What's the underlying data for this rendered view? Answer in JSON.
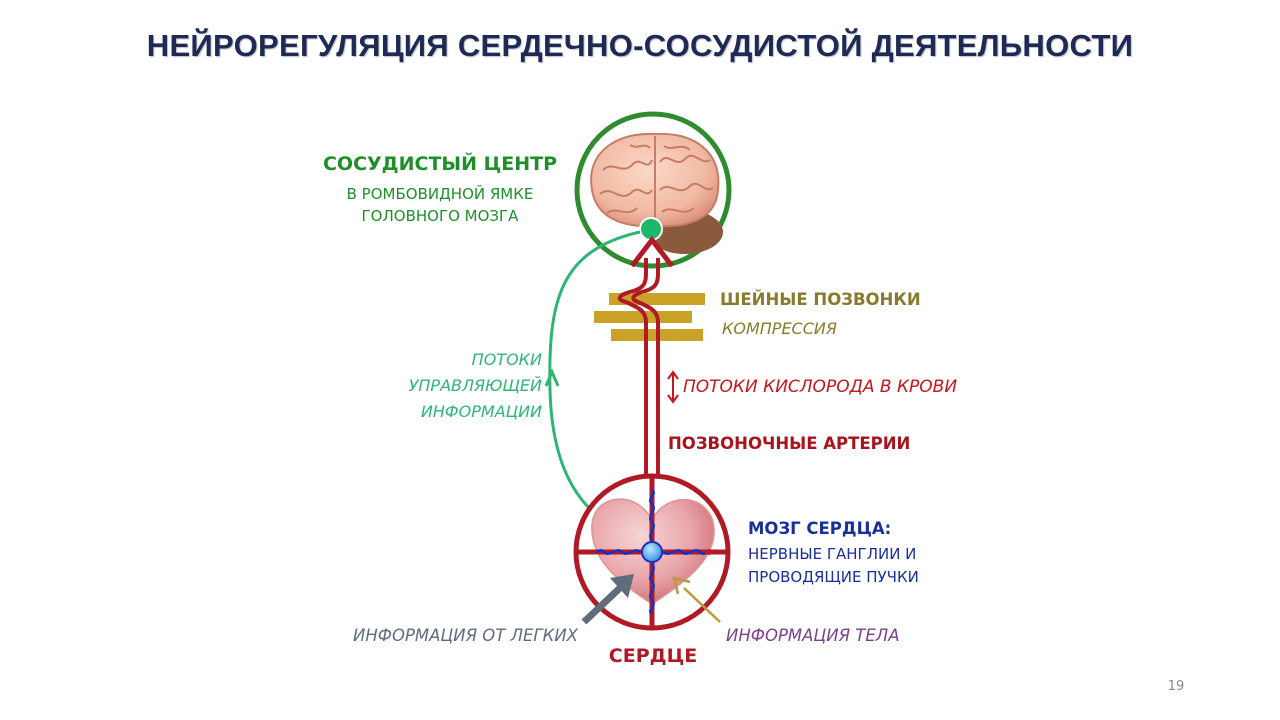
{
  "slide": {
    "title": "НЕЙРОРЕГУЛЯЦИЯ СЕРДЕЧНО-СОСУДИСТОЙ ДЕЯТЕЛЬНОСТИ",
    "page_number": "19"
  },
  "labels": {
    "vascular_center_title": "СОСУДИСТЫЙ ЦЕНТР",
    "vascular_center_line1": "В РОМБОВИДНОЙ ЯМКЕ",
    "vascular_center_line2": "ГОЛОВНОГО МОЗГА",
    "control_flow_line1": "ПОТОКИ",
    "control_flow_line2": "УПРАВЛЯЮЩЕЙ",
    "control_flow_line3": "ИНФОРМАЦИИ",
    "cervical_title": "ШЕЙНЫЕ ПОЗВОНКИ",
    "cervical_sub": "КОМПРЕССИЯ",
    "oxygen_flow": "ПОТОКИ КИСЛОРОДА В КРОВИ",
    "vertebral_arteries": "ПОЗВОНОЧНЫЕ АРТЕРИИ",
    "heart_brain_title": "МОЗГ СЕРДЦА:",
    "heart_brain_line1": "НЕРВНЫЕ ГАНГЛИИ И",
    "heart_brain_line2": "ПРОВОДЯЩИЕ ПУЧКИ",
    "lungs_info": "ИНФОРМАЦИЯ ОТ ЛЕГКИХ",
    "body_info": "ИНФОРМАЦИЯ ТЕЛА",
    "heart": "СЕРДЦЕ"
  },
  "icons": [
    "brain-icon",
    "heart-icon",
    "crosshair-target-icon",
    "vertebrae-icon",
    "double-arrow-icon"
  ],
  "colors": {
    "title": "#1e2a55",
    "green": "#1f8f2a",
    "light_green": "#2db673",
    "artery_red": "#b01a24",
    "vertebra_gold": "#c9a227",
    "nerve_blue": "#1a2fbf",
    "lungs_arrow": "#5f6c7b",
    "body_arrow": "#b89a3a"
  }
}
